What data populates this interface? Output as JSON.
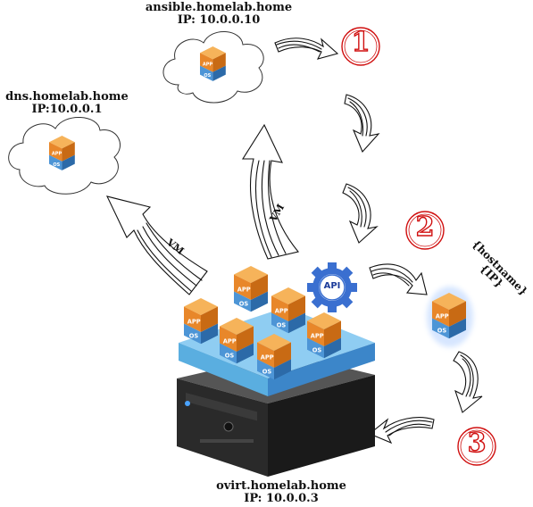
{
  "hosts": {
    "ansible": {
      "name": "ansible.homelab.home",
      "ip": "IP: 10.0.0.10"
    },
    "dns": {
      "name": "dns.homelab.home",
      "ip": "IP:10.0.0.1"
    },
    "ovirt": {
      "name": "ovirt.homelab.home",
      "ip": "IP: 10.0.0.3"
    }
  },
  "vm_labels": {
    "left": "VM",
    "center": "VM"
  },
  "steps": {
    "one": "1",
    "two": "2",
    "three": "3"
  },
  "template_vars": {
    "hostname": "{hostname}",
    "ip": "{IP}"
  },
  "api_badge": "API",
  "app_box": {
    "top": "APP",
    "bottom": "OS"
  },
  "colors": {
    "app_orange": "#e8872a",
    "os_blue": "#3c86c9",
    "platform_blue": "#5aaee0",
    "server_dark": "#2a2a2a",
    "step_red": "#d01010",
    "api_gear": "#3a6fd0"
  }
}
